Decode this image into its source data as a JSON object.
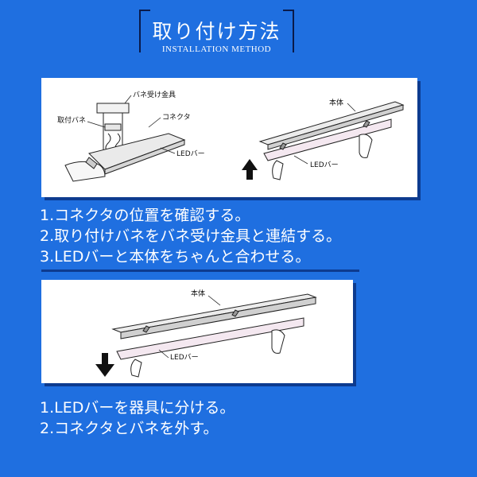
{
  "header": {
    "title": "取り付け方法",
    "subtitle": "INSTALLATION METHOD"
  },
  "install_diagram": {
    "labels": {
      "spring_receiver": "バネ受け金具",
      "connector": "コネクタ",
      "spring": "取付バネ",
      "led_bar_left": "LEDバー",
      "body": "本体",
      "led_bar_right": "LEDバー"
    }
  },
  "install_steps": [
    "1.コネクタの位置を確認する。",
    "2.取り付けバネをバネ受け金具と連結する。",
    "3.LEDバーと本体をちゃんと合わせる。"
  ],
  "remove_diagram": {
    "labels": {
      "body": "本体",
      "led_bar": "LEDバー"
    }
  },
  "remove_steps": [
    "1.LEDバーを器具に分ける。",
    "2.コネクタとバネを外す。"
  ]
}
